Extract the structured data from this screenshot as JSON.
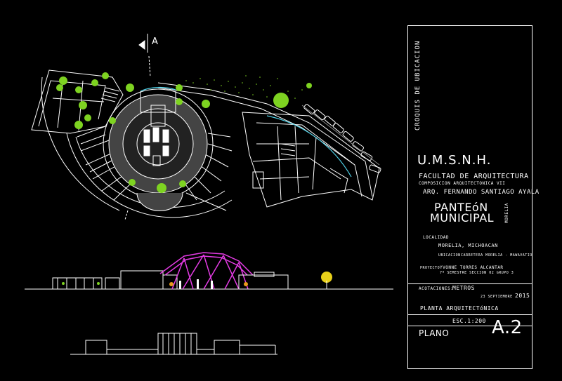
{
  "section_marker": "A",
  "title_block": {
    "vertical_title": "CROQUIS DE UBICACION",
    "university": "U.M.S.N.H.",
    "faculty": "FACULTAD DE ARQUITECTURA",
    "course": "COMPOSICION ARQUITECTONICA VII",
    "professor": "ARQ. FERNANDO SANTIAGO AYALA",
    "project_line1": "PANTEóN",
    "project_line2": "MUNICIPAL",
    "project_side": "MORELIA",
    "localidad_label": "LOCALIDAD",
    "localidad_value": "MORELIA, MICHOACAN",
    "ubicacion_label": "UBICACION",
    "ubicacion_value": "CARRETERA MORELIA - MAWAVATIO",
    "proyecto_label": "PROYECTO",
    "proyecto_value": "YVONNE TORRES ALCANTAR",
    "semestre": "7º SEMESTRE SECCION 02 GRUPO 3",
    "acotaciones_label": "ACOTACIONES:",
    "acotaciones_value": "METROS",
    "date_prefix": "23 SEPTIEMBRE",
    "date_year": "2015",
    "drawing_title": "PLANTA ARQUITECTóNICA",
    "scale": "ESC.1:200",
    "plano_label": "PLANO",
    "plano_number": "A.2"
  },
  "colors": {
    "background": "#000000",
    "lines": "#ffffff",
    "trees": "#7ed321",
    "roof": "#e43be4",
    "glass": "#4fd1e8",
    "orange": "#e89a1a"
  }
}
